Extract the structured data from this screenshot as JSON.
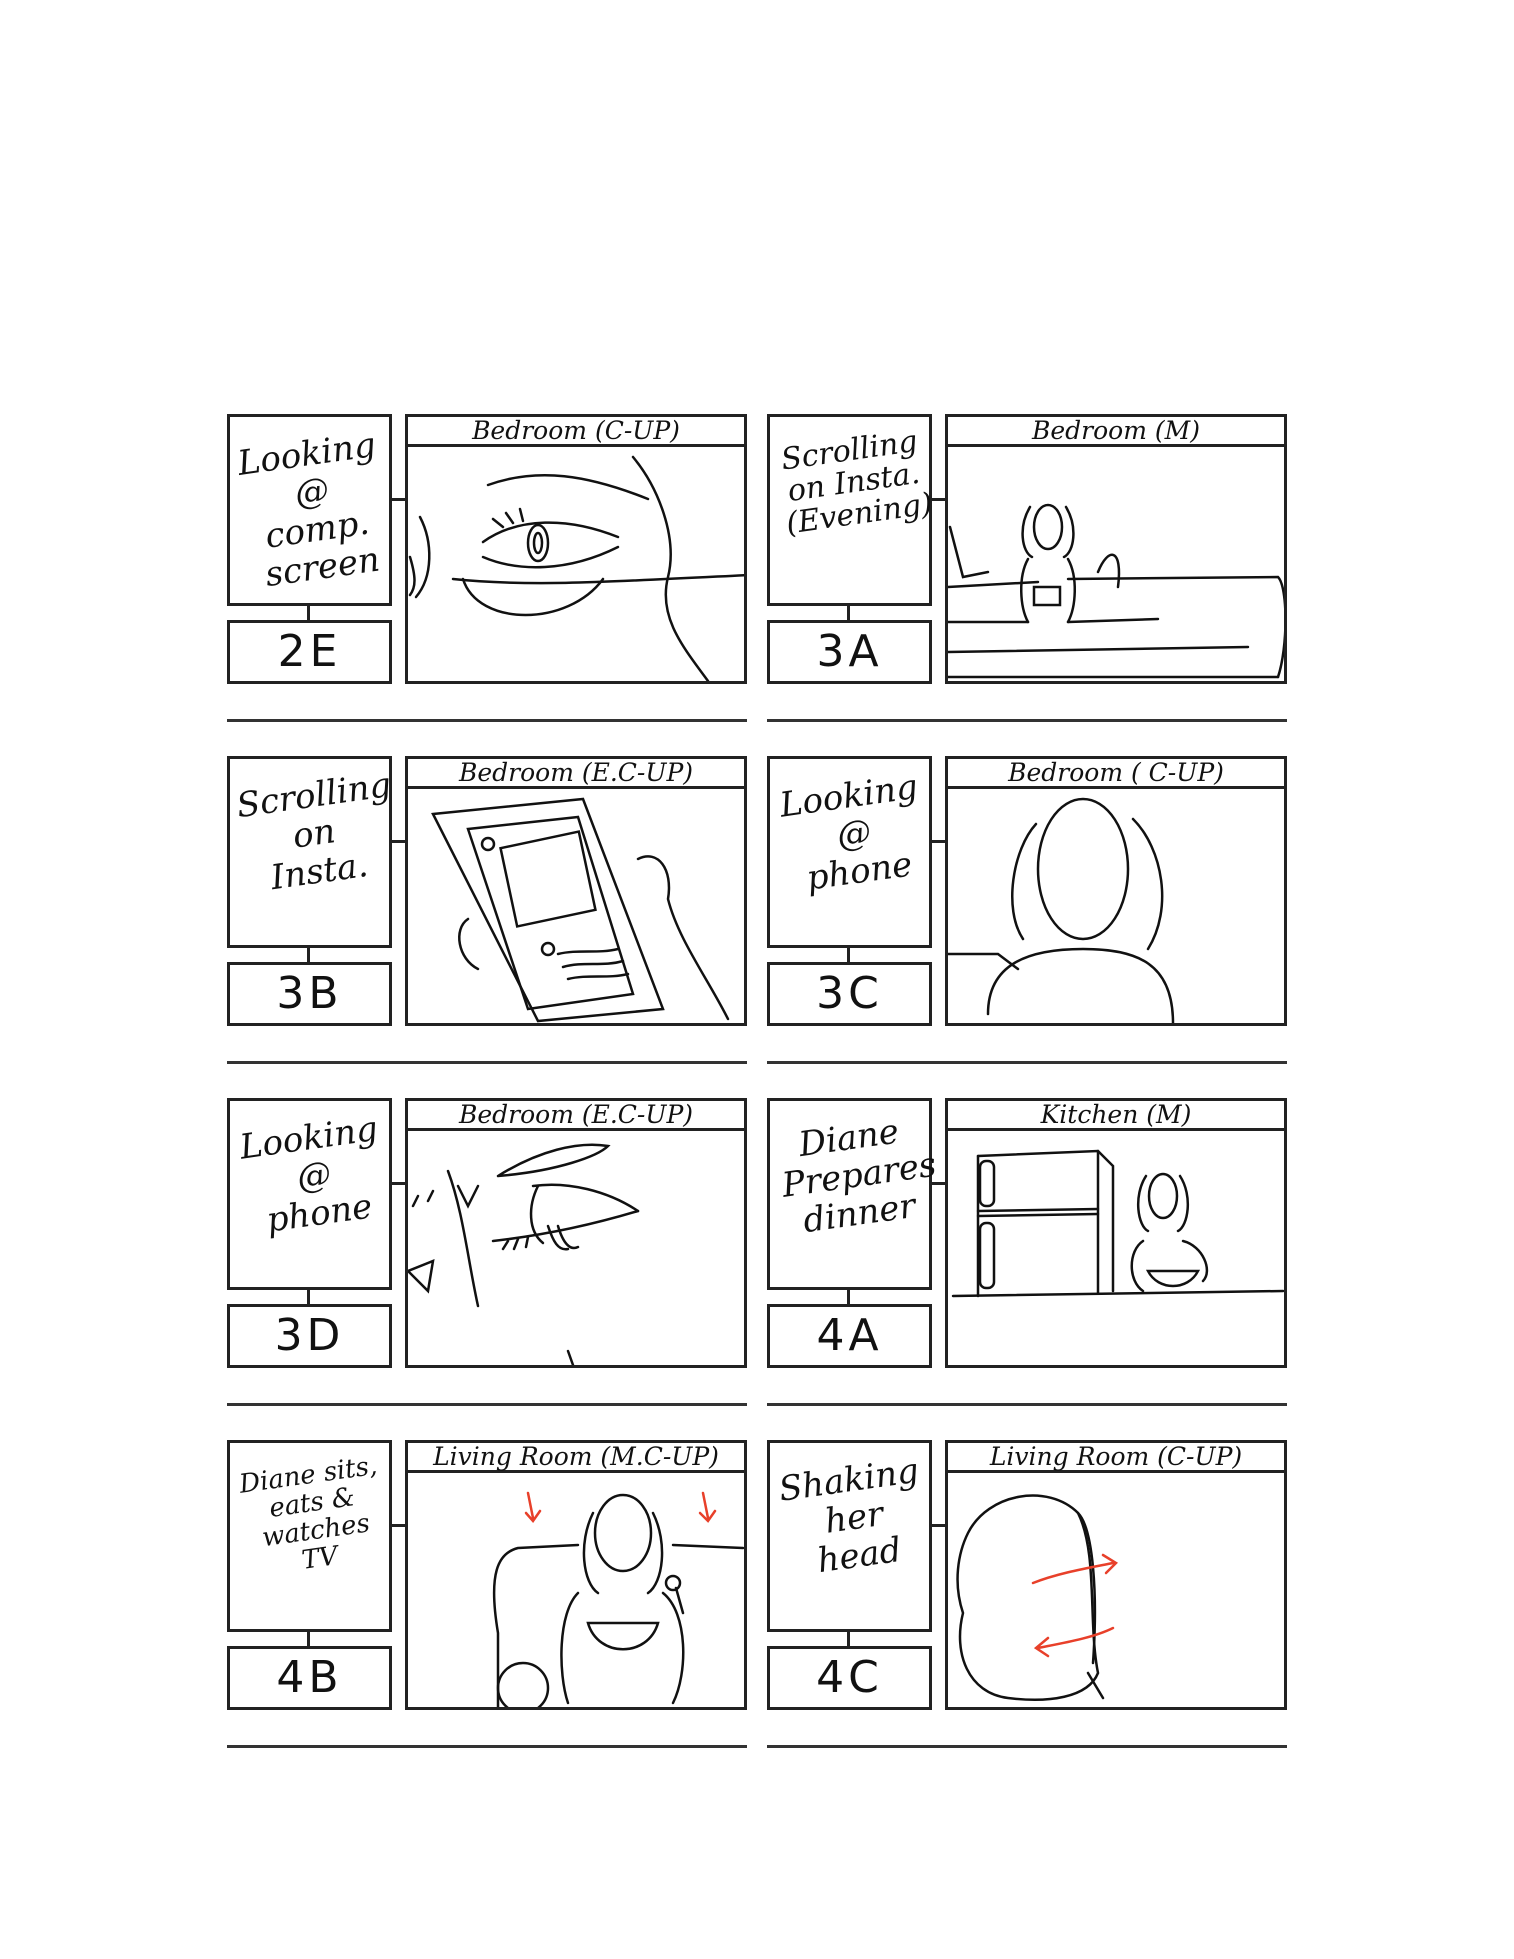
{
  "storyboard": {
    "panels": [
      {
        "number": "2E",
        "description": "Looking @ comp. screen",
        "header": "Bedroom (C-UP)"
      },
      {
        "number": "3A",
        "description": "Scrolling on Insta. (Evening)",
        "header": "Bedroom (M)"
      },
      {
        "number": "3B",
        "description": "Scrolling on Insta.",
        "header": "Bedroom (E.C-UP)"
      },
      {
        "number": "3C",
        "description": "Looking @ phone",
        "header": "Bedroom ( C-UP)"
      },
      {
        "number": "3D",
        "description": "Looking @ phone",
        "header": "Bedroom (E.C-UP)"
      },
      {
        "number": "4A",
        "description": "Diane Prepares dinner",
        "header": "Kitchen (M)"
      },
      {
        "number": "4B",
        "description": "Diane sits, eats & watches TV",
        "header": "Living Room (M.C-UP)"
      },
      {
        "number": "4C",
        "description": "Shaking her head",
        "header": "Living Room (C-UP)"
      }
    ]
  },
  "colors": {
    "ink": "#222222",
    "accent_arrows": "#e8402a"
  }
}
